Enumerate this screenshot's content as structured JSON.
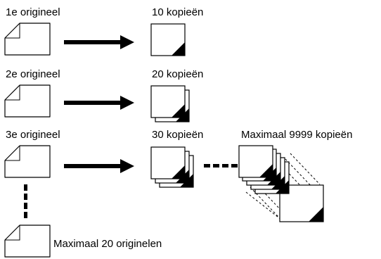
{
  "rows": [
    {
      "original_label": "1e origineel",
      "copies_label": "10 kopieën",
      "stack_depth": 1
    },
    {
      "original_label": "2e origineel",
      "copies_label": "20 kopieën",
      "stack_depth": 2
    },
    {
      "original_label": "3e origineel",
      "copies_label": "30 kopieën",
      "stack_depth": 3
    }
  ],
  "max_copies_label": "Maximaal 9999 kopieën",
  "max_originals_label": "Maximaal 20 originelen",
  "colors": {
    "ink": "#000000",
    "paper": "#ffffff"
  }
}
